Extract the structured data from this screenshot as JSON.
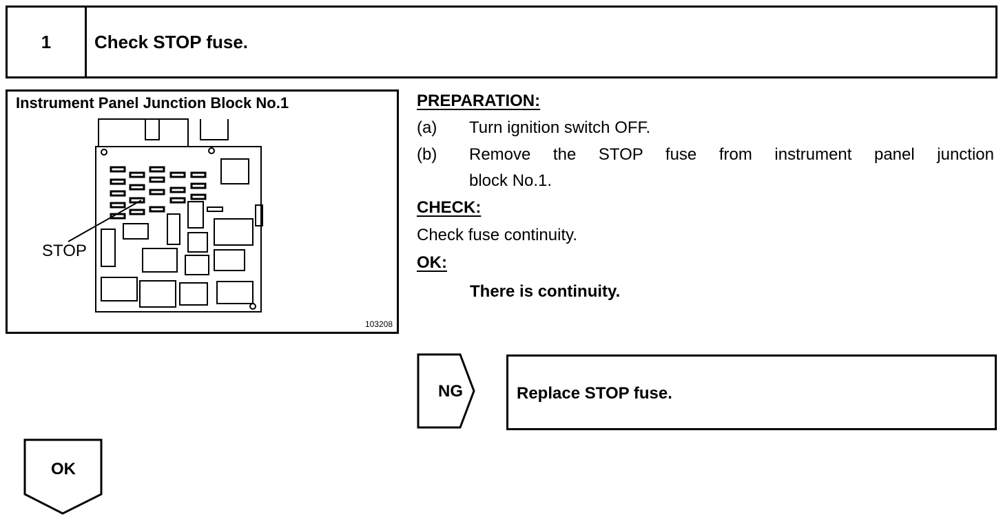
{
  "step": {
    "number": "1",
    "title": "Check STOP fuse."
  },
  "illustration": {
    "title": "Instrument Panel Junction Block No.1",
    "callout": "STOP",
    "figure_id": "103208"
  },
  "preparation": {
    "heading": "PREPARATION:",
    "items": [
      {
        "marker": "(a)",
        "text": "Turn ignition switch OFF."
      },
      {
        "marker": "(b)",
        "text": "Remove the STOP fuse from instrument panel junction",
        "text2": "block No.1."
      }
    ]
  },
  "check": {
    "heading": "CHECK:",
    "text": "Check fuse continuity."
  },
  "ok": {
    "heading": "OK:",
    "text": "There is continuity."
  },
  "ng_branch": {
    "label": "NG",
    "action": "Replace STOP fuse."
  },
  "ok_branch": {
    "label": "OK"
  }
}
